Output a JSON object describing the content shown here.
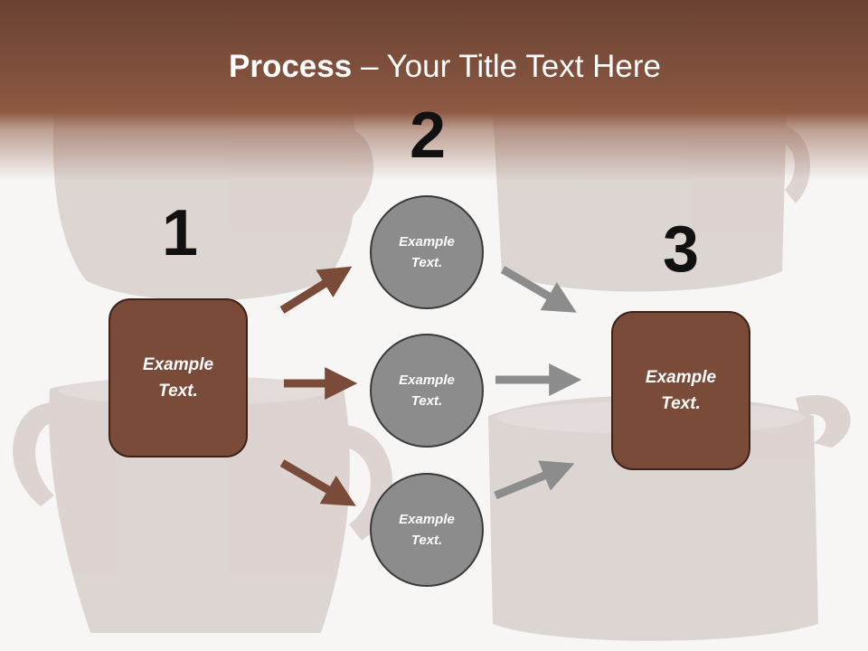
{
  "slide": {
    "title_bold": "Process",
    "title_rest": " – Your Title Text Here",
    "colors": {
      "header": "#8f5a44",
      "box_fill": "#7a4b38",
      "circle_fill": "#8c8c8c",
      "arrow_brown": "#7a4b38",
      "arrow_gray": "#8c8c8c"
    }
  },
  "steps": [
    {
      "number": "1"
    },
    {
      "number": "2"
    },
    {
      "number": "3"
    }
  ],
  "boxes": [
    {
      "text": "Example Text."
    },
    {
      "text": "Example Text."
    }
  ],
  "circles": [
    {
      "text": "Example Text."
    },
    {
      "text": "Example Text."
    },
    {
      "text": "Example Text."
    }
  ]
}
